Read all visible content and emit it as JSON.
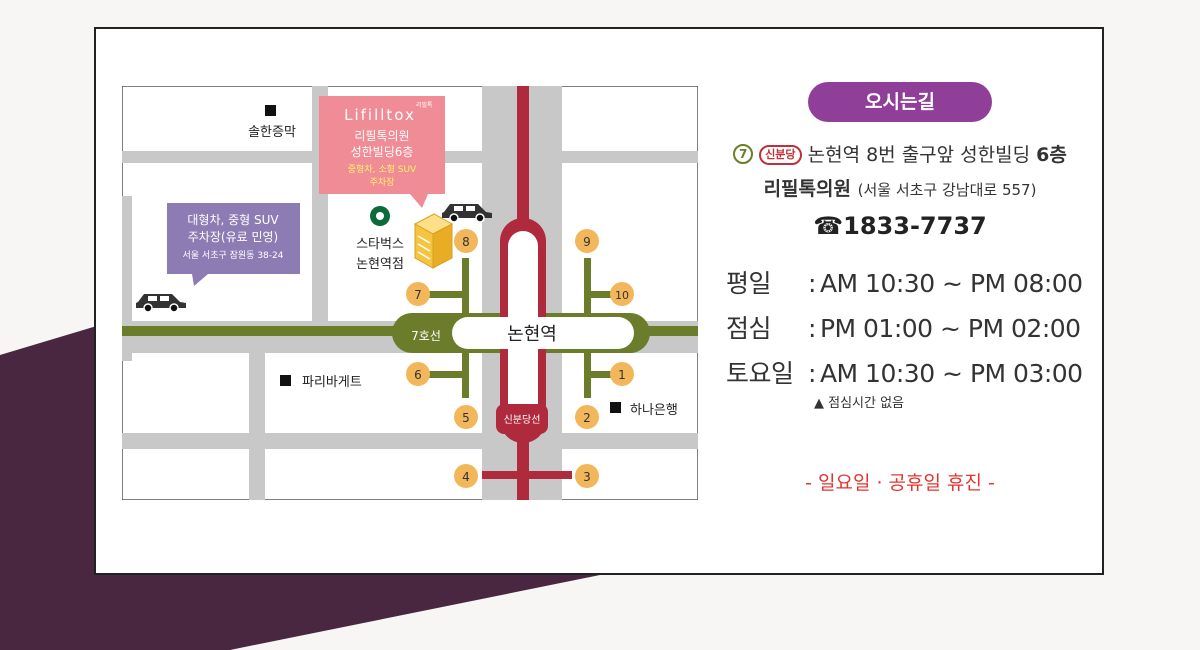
{
  "colors": {
    "background_shape": "#4a2740",
    "pill": "#8f3f97",
    "line7": "#6b7c2a",
    "sinbundang_line": "#b02a3e",
    "closed_text": "#e3342f",
    "exit_badge": "#f2b75a"
  },
  "map": {
    "landmarks": {
      "sollhan": "솔한증막",
      "paris": "파리바게트",
      "hana": "하나은행",
      "starbucks_1": "스타벅스",
      "starbucks_2": "논현역점"
    },
    "clinic_callout": {
      "brand": "Lifilltox",
      "brand_small": "리필톡",
      "line1": "리필톡의원",
      "line2": "성한빌딩6층",
      "line3": "중형차, 소형 SUV",
      "line4": "주차장"
    },
    "parking_callout": {
      "line1": "대형차, 중형 SUV",
      "line2": "주차장(유료 민영)",
      "line3": "서울 서초구 잠원동 38-24"
    },
    "station": "논현역",
    "line7_label": "7호선",
    "sinbundang_label": "신분당선",
    "exits": [
      "1",
      "2",
      "3",
      "4",
      "5",
      "6",
      "7",
      "8",
      "9",
      "10"
    ]
  },
  "info": {
    "title": "오시는길",
    "line7_num": "7",
    "sinbundang": "신분당",
    "address": "논현역 8번 출구앞 성한빌딩",
    "floor": "6층",
    "clinic": "리필톡의원",
    "road_address": "(서울 서초구 강남대로 557)",
    "phone": "☎1833-7737",
    "hours": [
      {
        "label": "평일",
        "value": "AM 10:30 ~ PM 08:00"
      },
      {
        "label": "점심",
        "value": "PM 01:00 ~ PM 02:00"
      },
      {
        "label": "토요일",
        "value": "AM 10:30 ~ PM 03:00"
      }
    ],
    "note": "▲ 점심시간 없음",
    "closed": "- 일요일 · 공휴일 휴진 -"
  }
}
